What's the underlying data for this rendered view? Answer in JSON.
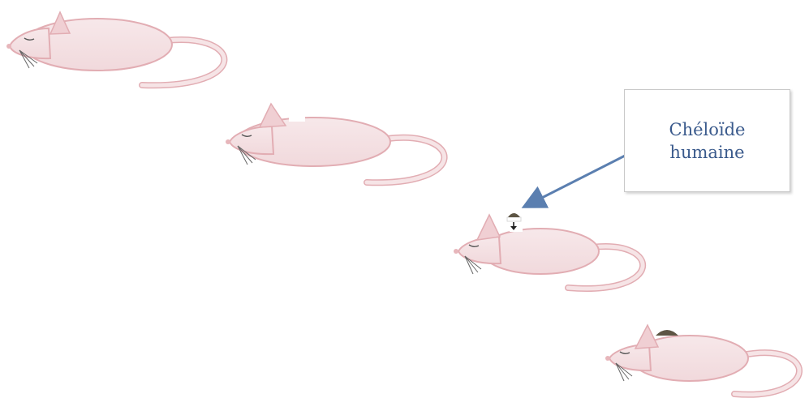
{
  "callout": {
    "line1": "Chéloïde",
    "line2": "humaine"
  },
  "colors": {
    "mouse_body": "#f4dee0",
    "mouse_outline": "#e2adb3",
    "ear": "#f0cfd3",
    "keloid": "#5d5544",
    "arrow": "#5b7fb0",
    "callout_text": "#3a5a8c"
  },
  "mice": [
    {
      "stage": 1,
      "keloid": "none"
    },
    {
      "stage": 2,
      "keloid": "none"
    },
    {
      "stage": 3,
      "keloid": "graft-being-applied"
    },
    {
      "stage": 4,
      "keloid": "grafted"
    }
  ]
}
